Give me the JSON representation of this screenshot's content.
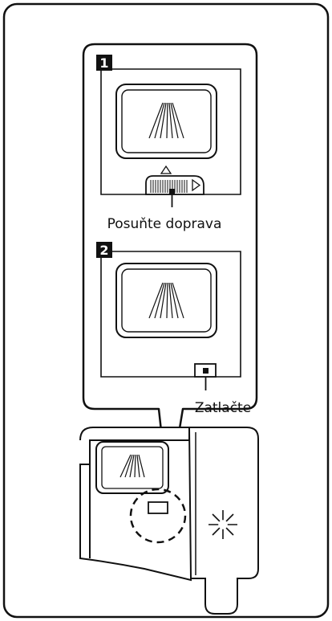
{
  "steps": [
    {
      "number": "1",
      "instruction": "Posuňte doprava"
    },
    {
      "number": "2",
      "instruction": "Zatlačte"
    }
  ],
  "icons": {
    "spray": "spray-icon",
    "slider": "slider-icon",
    "push_button": "push-button-icon",
    "sparkle": "sparkle-icon"
  },
  "colors": {
    "stroke": "#111111",
    "background": "#ffffff"
  }
}
